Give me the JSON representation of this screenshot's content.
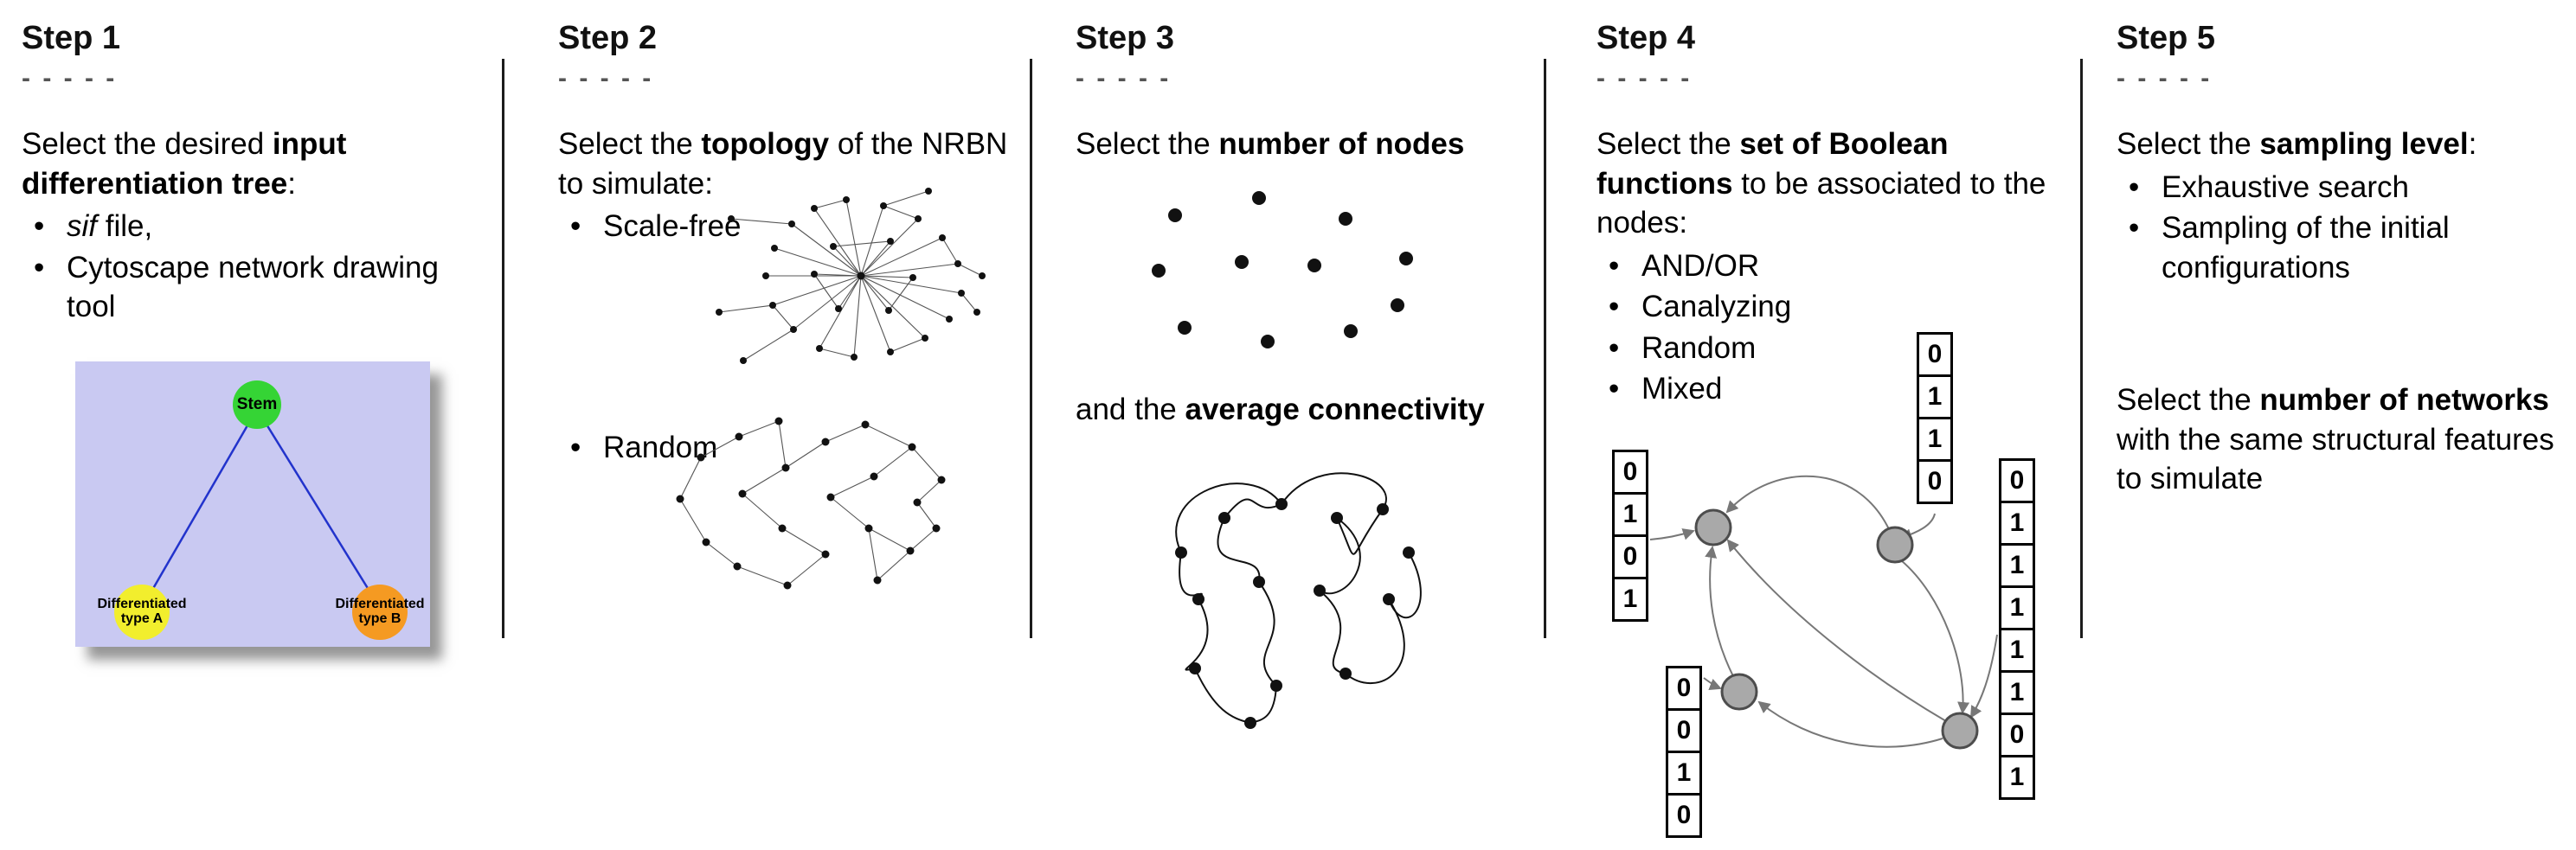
{
  "figure": {
    "name": "NRBN simulation workflow, five steps"
  },
  "steps": [
    {
      "title": "Step 1",
      "dashes": "- - - - -",
      "intro_0": "Select the desired ",
      "intro_b": "input differentiation tree",
      "intro_1": ":",
      "bullet1_italic": "sif",
      "bullet1_rest": " file,",
      "bullet2": "Cytoscape network drawing tool",
      "tree": {
        "root_label": "Stem",
        "left_label": [
          "Differentiated",
          "type A"
        ],
        "right_label": [
          "Differentiated",
          "type B"
        ],
        "colors": {
          "background": "#c9c9f2",
          "root": "#35d435",
          "left": "#f2ee2d",
          "right": "#f59a22",
          "edge": "#2233cc"
        }
      }
    },
    {
      "title": "Step 2",
      "dashes": "- - - - -",
      "intro_0": "Select the ",
      "intro_b": "topology",
      "intro_1": " of the NRBN to simulate:",
      "bullet1": "Scale-free",
      "bullet2": "Random"
    },
    {
      "title": "Step 3",
      "dashes": "- - - - -",
      "line1_0": "Select the ",
      "line1_b": "number of nodes",
      "line2_0": "and the ",
      "line2_b": "average connectivity"
    },
    {
      "title": "Step 4",
      "dashes": "- - - - -",
      "intro_0": "Select the ",
      "intro_b": "set of Boolean functions",
      "intro_1": " to be associated to the nodes:",
      "bullets": [
        "AND/OR",
        "Canalyzing",
        "Random",
        "Mixed"
      ],
      "columns": {
        "left": [
          "0",
          "1",
          "0",
          "1"
        ],
        "bottom_left": [
          "0",
          "0",
          "1",
          "0"
        ],
        "top": [
          "0",
          "1",
          "1",
          "0"
        ],
        "right": [
          "0",
          "1",
          "1",
          "1",
          "1",
          "1",
          "0",
          "1"
        ]
      },
      "colors": {
        "node_fill": "#a9a9a9",
        "node_stroke": "#4d4d4d",
        "arrow": "#777777"
      }
    },
    {
      "title": "Step 5",
      "dashes": "- - - - -",
      "intro_0": "Select the ",
      "intro_b": "sampling level",
      "intro_1": ":",
      "bullets": [
        "Exhaustive search",
        "Sampling of the initial configurations"
      ],
      "second_0": "Select the ",
      "second_b": "number of networks",
      "second_1": " with the same structural features to simulate"
    }
  ]
}
